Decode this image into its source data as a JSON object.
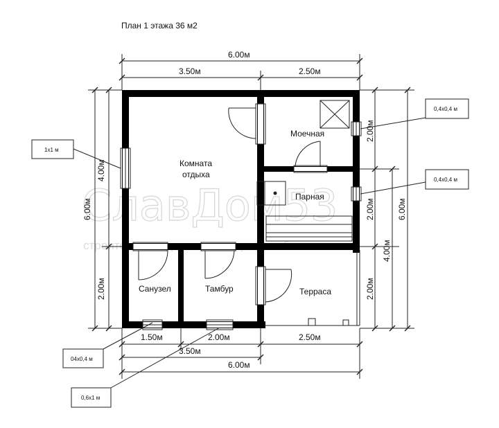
{
  "title": "План 1 этажа 36 м2",
  "watermark": {
    "brand": "СлавДом53",
    "tagline": "строительство деревянных домов и бань"
  },
  "dimensions": {
    "top_total": "6.00м",
    "top_left": "3.50м",
    "top_right": "2.50м",
    "left_outer": "6.00м",
    "left_upper": "4.00м",
    "left_lower": "2.00м",
    "right_upper": "2.00м",
    "right_middle": "2.00м",
    "right_lower": "2.00м",
    "right_inner": "4.00м",
    "right_outer": "6.00м",
    "bottom_a": "1.50м",
    "bottom_b": "2.00м",
    "bottom_c": "2.50м",
    "bottom_sum": "3.50м",
    "bottom_total": "6.00м"
  },
  "rooms": {
    "komnata_line1": "Комната",
    "komnata_line2": "отдыха",
    "moechnaya": "Моечная",
    "parnaya": "Парная",
    "sanuzel": "Санузел",
    "tambur": "Тамбур",
    "terrasa": "Терраса"
  },
  "callouts": {
    "window_left": "1x1 м",
    "window_top_right": "0,4x0,4 м",
    "window_mid_right": "0,4x0,4 м",
    "window_bottom_left": "04x0,4 м",
    "door_bottom": "0,6x1 м"
  },
  "colors": {
    "wall": "#000000",
    "line": "#222222",
    "watermark": "#d6d6d6"
  }
}
